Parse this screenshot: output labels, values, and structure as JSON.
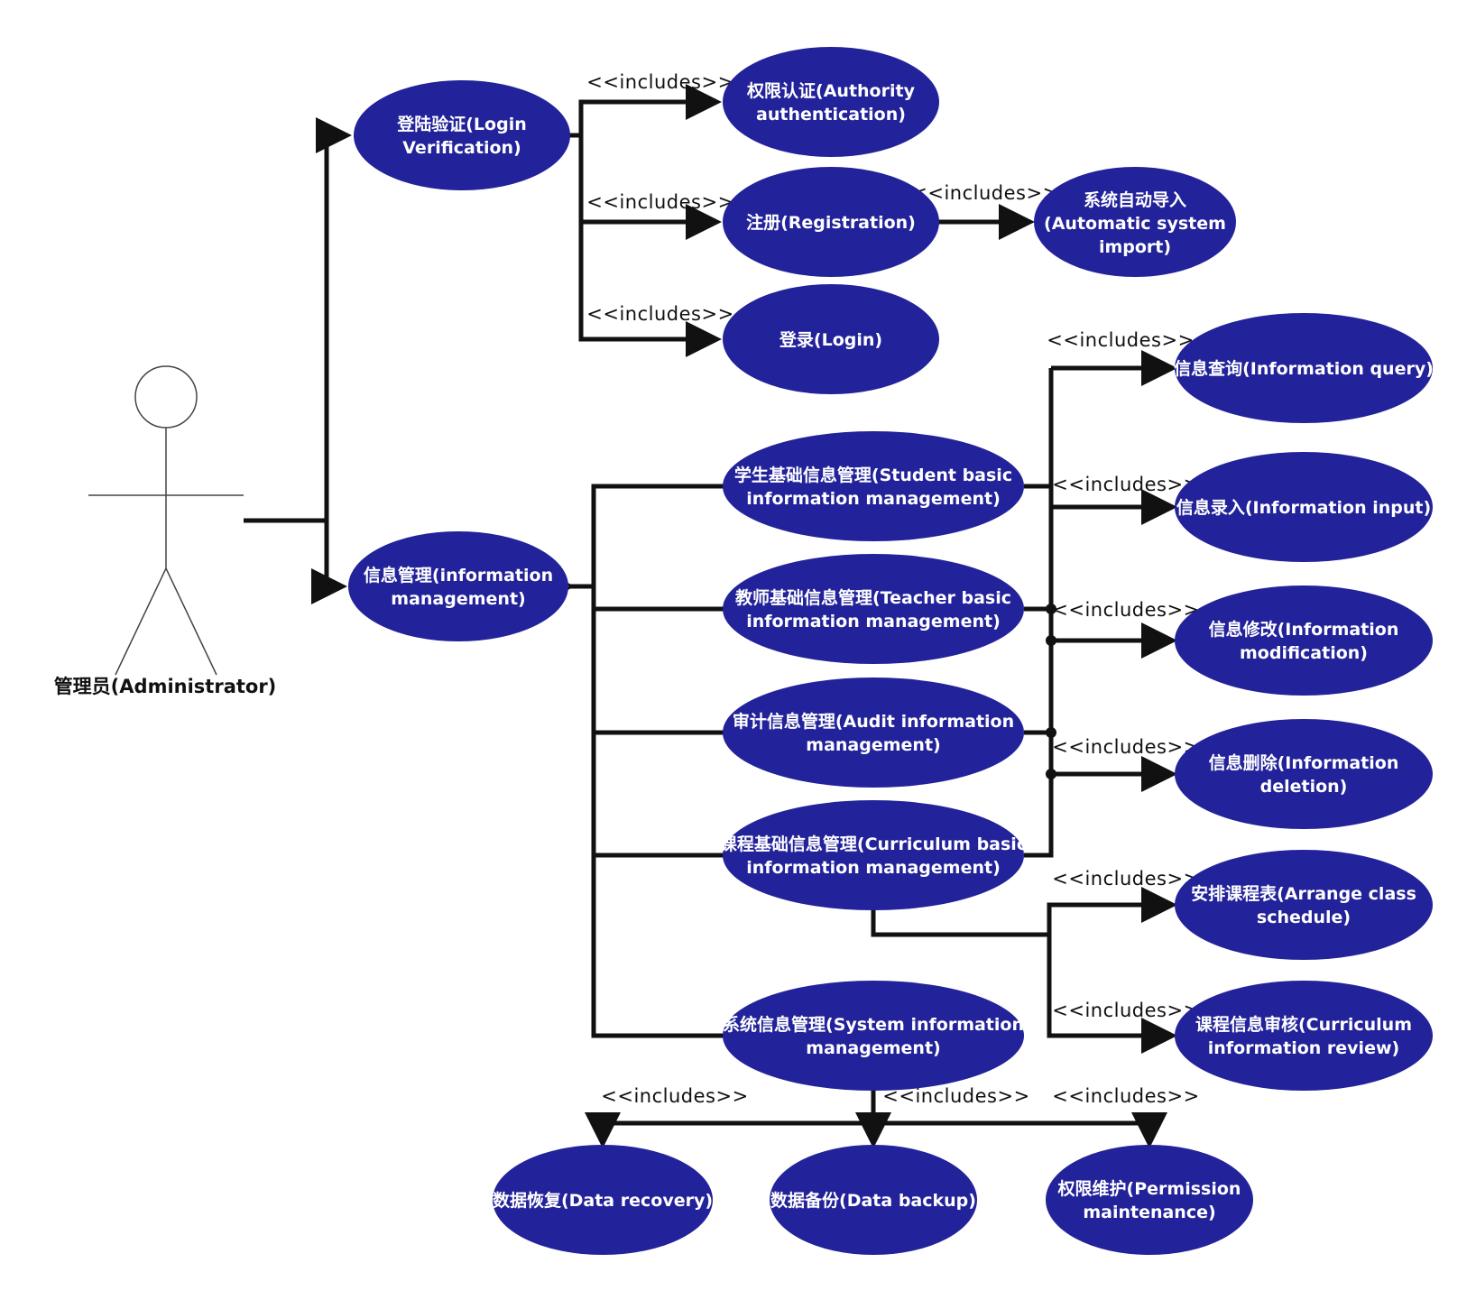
{
  "actor": {
    "label": "管理员(Administrator)"
  },
  "use_cases": {
    "login_verification": [
      "登陆验证(Login",
      "Verification)"
    ],
    "authority_authentication": [
      "权限认证(Authority",
      "authentication)"
    ],
    "registration": [
      "注册(Registration)"
    ],
    "automatic_import": [
      "系统自动导入",
      "(Automatic system",
      "import)"
    ],
    "login": [
      "登录(Login)"
    ],
    "information_management": [
      "信息管理(information",
      "management)"
    ],
    "student_basic": [
      "学生基础信息管理(Student basic",
      "information management)"
    ],
    "teacher_basic": [
      "教师基础信息管理(Teacher basic",
      "information management)"
    ],
    "audit_info": [
      "审计信息管理(Audit information",
      "management)"
    ],
    "curriculum_basic": [
      "课程基础信息管理(Curriculum basic",
      "information management)"
    ],
    "system_info": [
      "系统信息管理(System information",
      "management)"
    ],
    "info_query": [
      "信息查询(Information query)"
    ],
    "info_input": [
      "信息录入(Information input)"
    ],
    "info_modification": [
      "信息修改(Information",
      "modification)"
    ],
    "info_deletion": [
      "信息删除(Information",
      "deletion)"
    ],
    "arrange_schedule": [
      "安排课程表(Arrange class",
      "schedule)"
    ],
    "curriculum_review": [
      "课程信息审核(Curriculum",
      "information review)"
    ],
    "data_recovery": [
      "数据恢复(Data recovery)"
    ],
    "data_backup": [
      "数据备份(Data backup)"
    ],
    "permission_maintenance": [
      "权限维护(Permission",
      "maintenance)"
    ]
  },
  "includes_label": "<<includes>>",
  "colors": {
    "use_case_fill": "#22229a",
    "use_case_text": "#ffffff",
    "line": "#111111"
  }
}
